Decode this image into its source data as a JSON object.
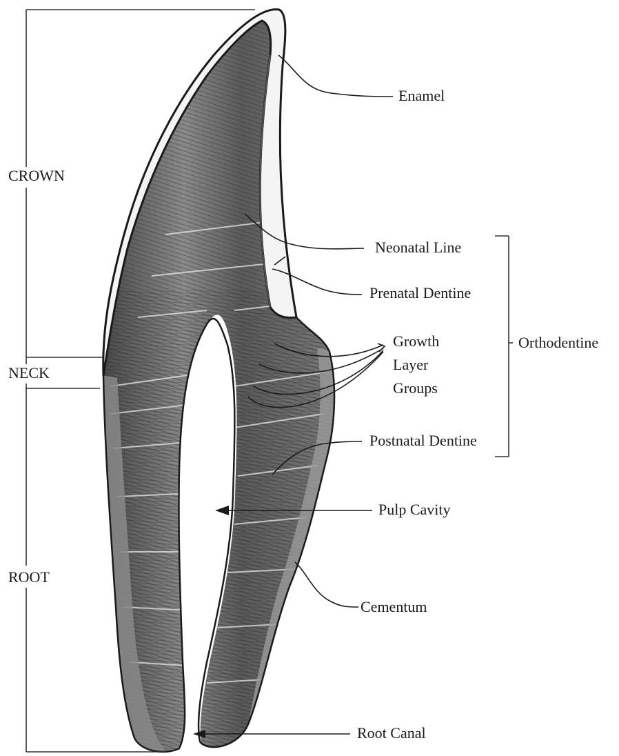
{
  "regions": {
    "crown": "CROWN",
    "neck": "NECK",
    "root": "ROOT"
  },
  "labels": {
    "enamel": "Enamel",
    "neonatal_line": "Neonatal Line",
    "prenatal_dentine": "Prenatal Dentine",
    "growth_layer_groups": [
      "Growth",
      "Layer",
      "Groups"
    ],
    "postnatal_dentine": "Postnatal Dentine",
    "pulp_cavity": "Pulp Cavity",
    "cementum": "Cementum",
    "root_canal": "Root Canal"
  },
  "group_label": "Orthodentine",
  "colors": {
    "ink": "#1a1a1a",
    "dentine_dark": "#3a3a3a",
    "dentine_mid": "#6a6a6a",
    "dentine_light": "#a8a8a8",
    "enamel": "#f4f4f4",
    "background": "#ffffff"
  }
}
